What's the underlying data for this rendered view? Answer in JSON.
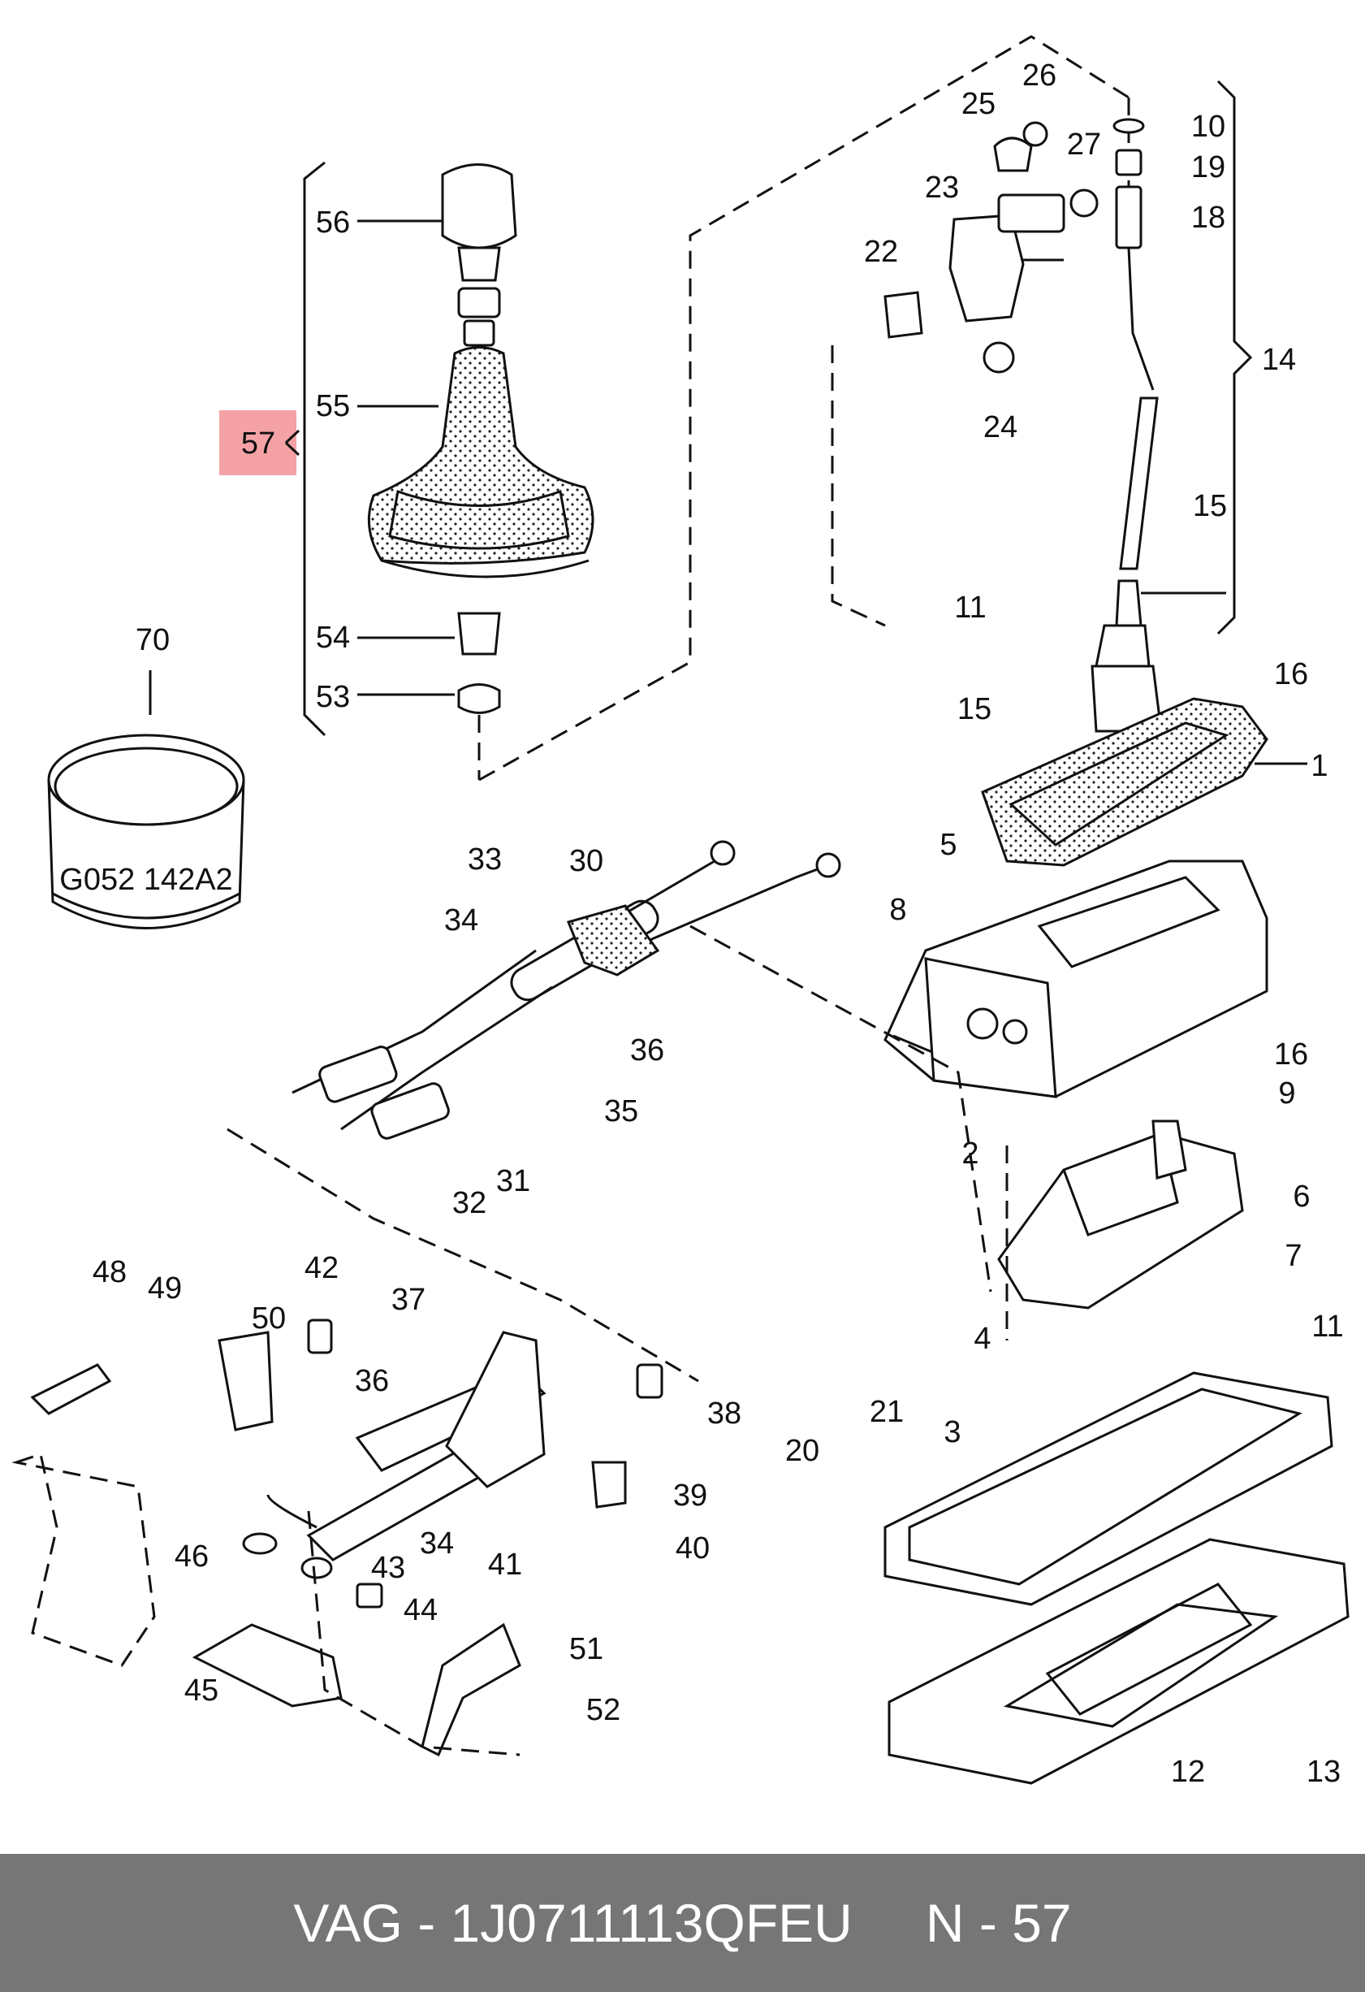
{
  "highlight": {
    "label": "57",
    "color": "#f4a2a6"
  },
  "ring_text": "G052 142A2",
  "callouts": [
    "1",
    "2",
    "3",
    "4",
    "5",
    "6",
    "7",
    "8",
    "9",
    "10",
    "11",
    "12",
    "13",
    "14",
    "15",
    "16",
    "18",
    "19",
    "20",
    "21",
    "22",
    "23",
    "24",
    "25",
    "26",
    "27",
    "30",
    "31",
    "32",
    "33",
    "34",
    "35",
    "36",
    "37",
    "38",
    "39",
    "40",
    "41",
    "42",
    "43",
    "44",
    "45",
    "46",
    "48",
    "49",
    "50",
    "51",
    "52",
    "53",
    "54",
    "55",
    "56",
    "70"
  ],
  "footer": {
    "part_code": "VAG - 1J0711113QFEU",
    "position_ref": "N - 57",
    "background": "#767676"
  }
}
